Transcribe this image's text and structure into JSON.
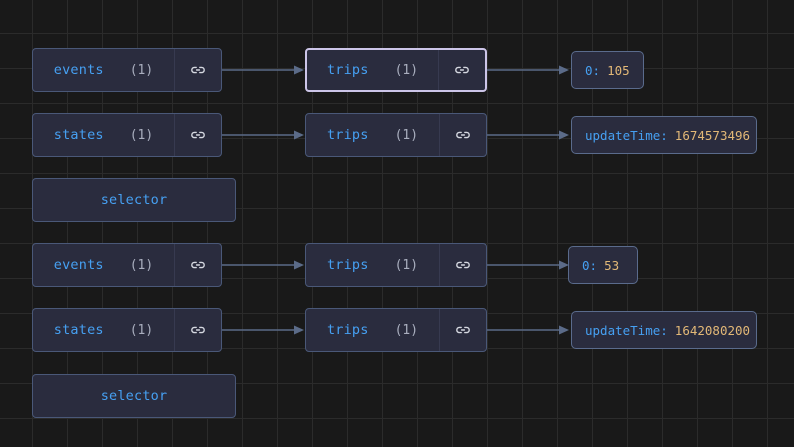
{
  "canvas": {
    "background": "#191919",
    "grid_color": "#2b2b2b",
    "grid_size": 35
  },
  "theme": {
    "node_fill": "#2a2c3e",
    "node_border": "#4a5878",
    "node_border_selected": "#ccc5e8",
    "label_color": "#46a0f2",
    "count_color": "#a9aebe",
    "value_key_color": "#46a0f2",
    "value_number_color": "#e2b877",
    "edge_color": "#5b6b88"
  },
  "graph": {
    "groups": [
      {
        "id": "group-1",
        "rows": [
          {
            "id": "row-1",
            "source": {
              "label": "events",
              "count": "(1)",
              "icon": "link-icon"
            },
            "target": {
              "label": "trips",
              "count": "(1)",
              "icon": "link-icon",
              "selected": true
            },
            "value": {
              "key": "0:",
              "number": "105"
            }
          },
          {
            "id": "row-2",
            "source": {
              "label": "states",
              "count": "(1)",
              "icon": "link-icon"
            },
            "target": {
              "label": "trips",
              "count": "(1)",
              "icon": "link-icon",
              "selected": false
            },
            "value": {
              "key": "updateTime:",
              "number": "1674573496"
            }
          }
        ],
        "selector": {
          "label": "selector"
        }
      },
      {
        "id": "group-2",
        "rows": [
          {
            "id": "row-3",
            "source": {
              "label": "events",
              "count": "(1)",
              "icon": "link-icon"
            },
            "target": {
              "label": "trips",
              "count": "(1)",
              "icon": "link-icon",
              "selected": false
            },
            "value": {
              "key": "0:",
              "number": "53"
            }
          },
          {
            "id": "row-4",
            "source": {
              "label": "states",
              "count": "(1)",
              "icon": "link-icon"
            },
            "target": {
              "label": "trips",
              "count": "(1)",
              "icon": "link-icon",
              "selected": false
            },
            "value": {
              "key": "updateTime:",
              "number": "1642080200"
            }
          }
        ],
        "selector": {
          "label": "selector"
        }
      }
    ]
  }
}
